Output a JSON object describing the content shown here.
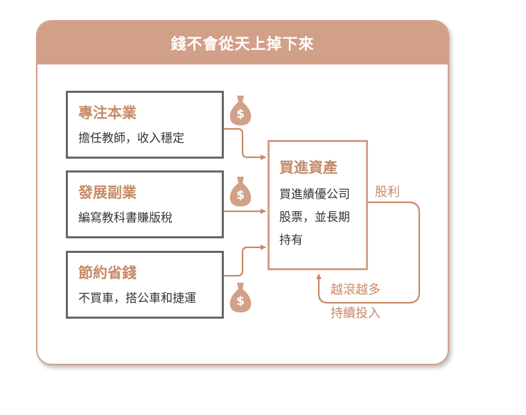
{
  "title": "錢不會從天上掉下來",
  "sources": [
    {
      "heading": "專注本業",
      "detail": "擔任教師，收入穩定"
    },
    {
      "heading": "發展副業",
      "detail": "編寫教科書賺版稅"
    },
    {
      "heading": "節約省錢",
      "detail": "不買車，搭公車和捷運"
    }
  ],
  "asset": {
    "heading": "買進資產",
    "detail_lines": [
      "買進績優公司",
      "股票，並長期",
      "持有"
    ]
  },
  "loop": {
    "dividend_label": "股利",
    "reinvest_lines": [
      "越滾越多",
      "持續投入"
    ]
  },
  "icons": [
    "money-bag-icon",
    "money-bag-icon",
    "money-bag-icon"
  ],
  "colors": {
    "accent": "#d2a088",
    "accent_text": "#c88a66",
    "box_border": "#666666"
  }
}
